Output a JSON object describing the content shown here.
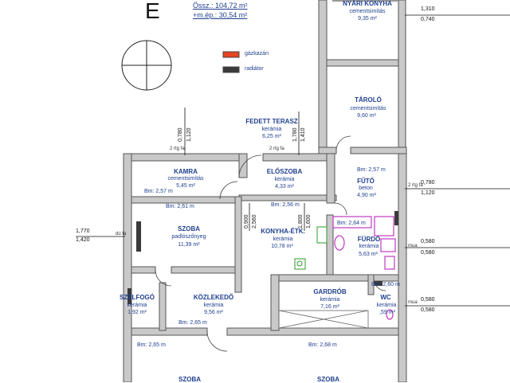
{
  "summary": {
    "total": "Össz.: 104,72 m²",
    "covered": "+m.ép.: 30,54 m²"
  },
  "compass_letter": "E",
  "legend": [
    {
      "label": "gázkazán",
      "color": "#e8431f"
    },
    {
      "label": "radiátor",
      "color": "#3a3a3a"
    }
  ],
  "rooms": {
    "nyari_konyha": {
      "name": "NYÁRI KONYHA",
      "material": "cementsimítás",
      "area": "9,35 m²"
    },
    "tarolo": {
      "name": "TÁROLÓ",
      "material": "cementsimítás",
      "area": "9,60 m²"
    },
    "fedett_terasz": {
      "name": "FEDETT TERASZ",
      "material": "kerámia",
      "area": "6,25 m²"
    },
    "kamra": {
      "name": "KAMRA",
      "material": "cementsimítás",
      "area": "5,45 m²"
    },
    "eloszoba": {
      "name": "ELŐSZOBA",
      "material": "kerámia",
      "area": "4,33 m²"
    },
    "futo": {
      "name": "FŰTŐ",
      "material": "beton",
      "area": "4,90 m²"
    },
    "szoba1": {
      "name": "SZOBA",
      "material": "padlószőnyeg",
      "area": "11,39 m²"
    },
    "konyha": {
      "name": "KONYHA-ÉTK.",
      "material": "kerámia",
      "area": "10,78 m²"
    },
    "furdo": {
      "name": "FÜRDŐ",
      "material": "kerámia",
      "area": "5,63 m²"
    },
    "szelfogo": {
      "name": "SZÉLFOGÓ",
      "material": "kerámia",
      "area": "1,92 m²"
    },
    "kozlekedo": {
      "name": "KÖZLEKEDŐ",
      "material": "kerámia",
      "area": "9,56 m²"
    },
    "gardrob": {
      "name": "GARDRÓB",
      "material": "kerámia",
      "area": "7,16 m²"
    },
    "wc": {
      "name": "WC",
      "material": "kerámia",
      "area": ",59 m²"
    },
    "szoba2": {
      "name": "SZOBA"
    },
    "szoba3": {
      "name": "SZOBA"
    }
  },
  "heights": {
    "kamra": "Bm: 2,57 m",
    "futo": "Bm: 2,57 m",
    "szoba1": "Bm: 2,61 m",
    "konyha": "Bm: 2,56 m",
    "furdo": "Bm: 2,64 m",
    "wc": "Bm: 2,60 m",
    "kozlekedo": "Bm: 2,65 m",
    "szoba2": "Bm: 2,65 m",
    "szoba3": "Bm: 2,68 m"
  },
  "wall_notes": {
    "rtg1": "2 rtg fa",
    "rtg2": "2 rtg fa",
    "rtg3": "2 rtg fa",
    "du1": "dú fa",
    "mua1": "mua",
    "mua2": "mua"
  },
  "dimensions": {
    "right1": {
      "top": "1,310",
      "bottom": "0,740"
    },
    "right2": {
      "top": "0,780",
      "bottom": "1,120"
    },
    "right3": {
      "top": "0,580",
      "bottom": "0,580"
    },
    "right4": {
      "top": "0,580",
      "bottom": "0,580"
    },
    "left1": {
      "top": "1,770",
      "bottom": "1,420"
    },
    "v_kamra": {
      "a": "0,780",
      "b": "1,120"
    },
    "v_terasz": {
      "a": "1,780",
      "b": "1,410"
    },
    "v_konyha1": {
      "a": "0,900",
      "b": "2,560"
    },
    "v_konyha2": {
      "a": "1,800",
      "b": "1,600"
    }
  }
}
